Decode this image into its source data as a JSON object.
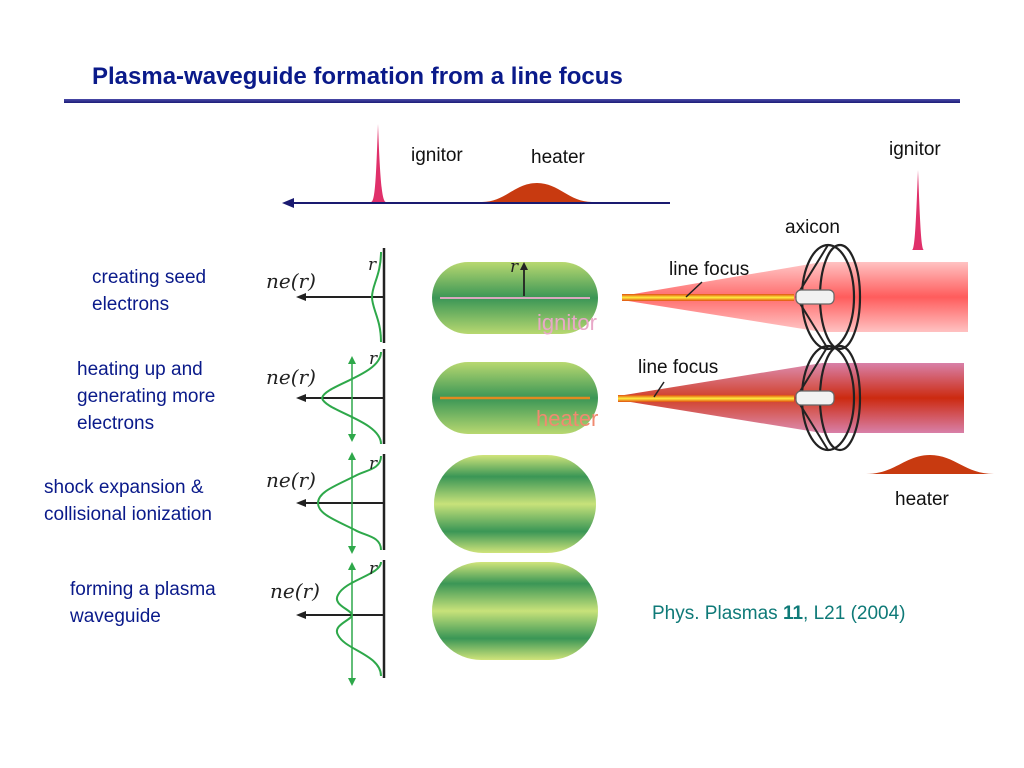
{
  "slide": {
    "title": "Plasma-waveguide formation from a line focus"
  },
  "stages": [
    {
      "label": "creating seed\nelectrons",
      "axis_label": "ne(r)",
      "r_label": "r",
      "ghost_label": "ignitor"
    },
    {
      "label": "heating up and\ngenerating more\nelectrons",
      "axis_label": "ne(r)",
      "r_label": "r",
      "ghost_label": "heater"
    },
    {
      "label": "shock expansion &\ncollisional ionization",
      "axis_label": "ne(r)",
      "r_label": "r"
    },
    {
      "label": "forming a plasma\nwaveguide",
      "axis_label": "ne(r)",
      "r_label": "r"
    }
  ],
  "top_pulses": {
    "ignitor_label": "ignitor",
    "heater_label": "heater"
  },
  "setup": {
    "axicon_label": "axicon",
    "ignitor_label": "ignitor",
    "heater_label": "heater",
    "line_focus_1": "line focus",
    "line_focus_2": "line focus"
  },
  "citation": {
    "journal": "Phys. Plasmas",
    "volume": "11",
    "rest": ", L21 (2004)"
  },
  "colors": {
    "title": "#0a1a8a",
    "ignitor_pulse": "#e0306a",
    "heater_pulse": "#c83a10",
    "plasma_green": "#3f9a5a",
    "plasma_light": "#c8e07a",
    "beam_pink": "#ff8080",
    "beam_red": "#cc2a1a",
    "citation": "#0f7a78"
  }
}
